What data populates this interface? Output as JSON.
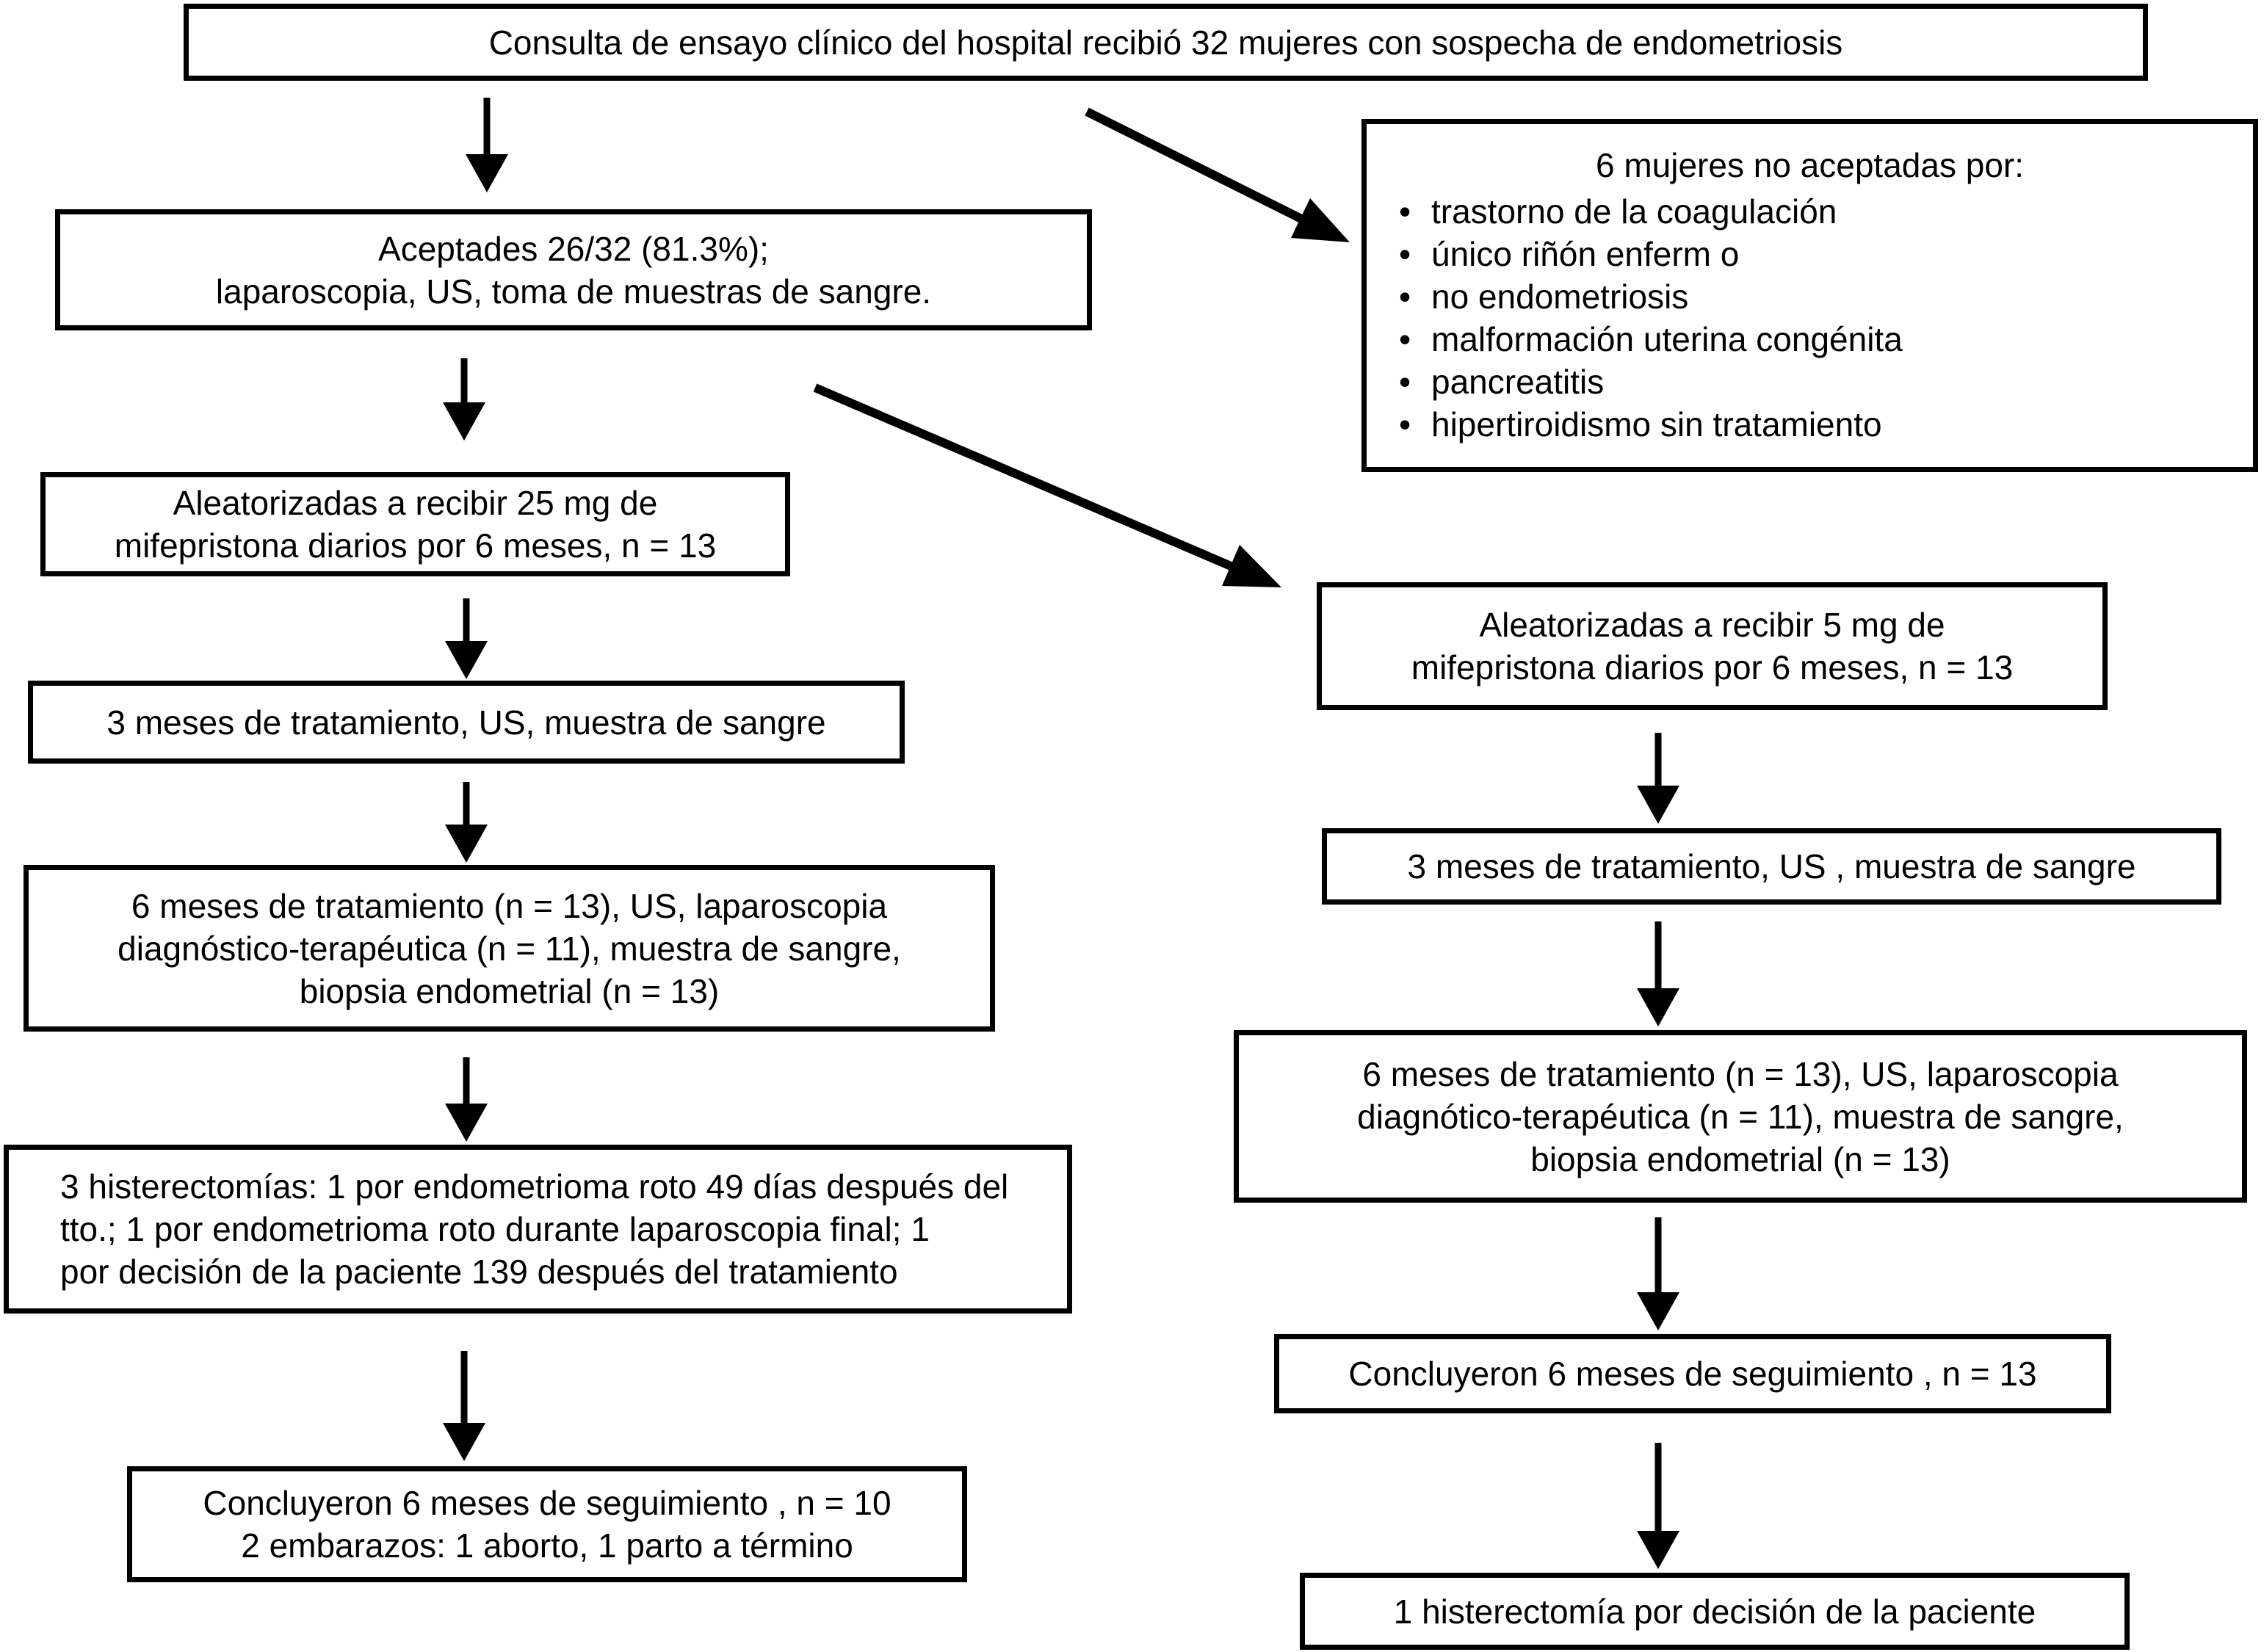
{
  "diagram": {
    "referral": "Consulta de ensayo clínico del hospital recibió 32 mujeres con sospecha de endometriosis",
    "left": {
      "accepted": {
        "line1": "Aceptades 26/32 (81.3%);",
        "line2": "laparoscopia, US, toma de muestras de sangre."
      },
      "randomized25": {
        "line1": "Aleatorizadas a recibir 25 mg de",
        "line2": "mifepristona diarios por 6 meses, n = 13"
      },
      "three_months": "3 meses de tratamiento, US, muestra de sangre",
      "six_months": {
        "line1": "6 meses de tratamiento (n = 13), US, laparoscopia",
        "line2": "diagnóstico-terapéutica (n = 11), muestra de sangre,",
        "line3": "biopsia endometrial (n = 13)"
      },
      "hysterectomies": {
        "line1": "3 histerectomías: 1 por endometrioma roto 49 días después del",
        "line2": "tto.; 1 por endometrioma roto durante laparoscopia final; 1",
        "line3": "por decisión de la paciente 139 después del tratamiento"
      },
      "followup": {
        "line1": "Concluyeron 6 meses de seguimiento , n = 10",
        "line2": "2 embarazos: 1 aborto, 1 parto a término"
      }
    },
    "right": {
      "rejected": {
        "title": "6 mujeres no aceptadas por:",
        "bullet": "•",
        "items": [
          "trastorno de la coagulación",
          "único riñón enferm o",
          "no endometriosis",
          "malformación uterina congénita",
          "pancreatitis",
          "hipertiroidismo sin tratamiento"
        ]
      },
      "randomized5": {
        "line1": "Aleatorizadas a recibir 5 mg de",
        "line2": "mifepristona diarios por 6 meses, n = 13"
      },
      "three_months": "3 meses de tratamiento, US , muestra de sangre",
      "six_months": {
        "line1": "6 meses de tratamiento (n = 13), US, laparoscopia",
        "line2": "diagnótico-terapéutica (n = 11), muestra de sangre,",
        "line3": "biopsia endometrial (n = 13)"
      },
      "followup": "Concluyeron 6 meses de seguimiento , n = 13",
      "hysterectomy": "1 histerectomía por decisión de la paciente"
    },
    "colors": {
      "ink": "#000000",
      "background": "#ffffff"
    }
  }
}
